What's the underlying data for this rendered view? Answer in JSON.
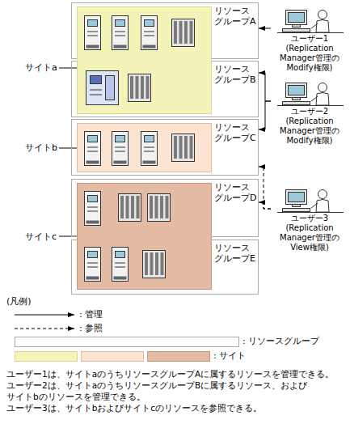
{
  "diagram": {
    "nodes": [
      {
        "text": [
          "リソース グループA"
        ]
      },
      {
        "text": [
          "リソース グループB"
        ]
      },
      {
        "text": [
          "リソース グループC"
        ]
      },
      {
        "text": [
          "リソース グループD"
        ]
      },
      {
        "text": [
          "リソース グループE"
        ]
      },
      {
        "text": [
          "サイトa"
        ]
      },
      {
        "text": [
          "サイトb"
        ]
      },
      {
        "text": [
          "サイトc"
        ]
      },
      {
        "text": [
          "ユーザー1",
          "(Replication Manager管理の Modify権限)"
        ]
      },
      {
        "text": [
          "ユーザー2",
          "(Replication Manager管理の Modify権限)"
        ]
      },
      {
        "text": [
          "ユーザー3",
          "(Replication Manager管理の View権限)"
        ]
      }
    ],
    "edges": [
      {
        "from": 8,
        "to": 0,
        "arrow": "to"
      },
      {
        "from": 9,
        "to": 1,
        "arrow": "to"
      },
      {
        "from": 9,
        "to": 2,
        "arrow": "to"
      },
      {
        "from": 10,
        "to": 2,
        "arrow": "to"
      },
      {
        "from": 10,
        "to": 3,
        "arrow": "to"
      }
    ],
    "labels": [
      "(凡例)",
      "ユーザー1は、サイトaのうちリソースグループAに属するリソースを管理できる。",
      "ユーザー2は、サイトaのうちリソースグループBに属するリソース、および サイトbのリソースを管理できる。",
      "ユーザー3は、サイトbおよびサイトcのリソースを参照できる。"
    ],
    "legend": [
      {
        "text": ": 管理"
      },
      {
        "text": ": 参照"
      },
      {
        "text": ": リソースグループ"
      },
      {
        "text": ": サイト",
        "color": "#f4f4b8"
      }
    ]
  }
}
